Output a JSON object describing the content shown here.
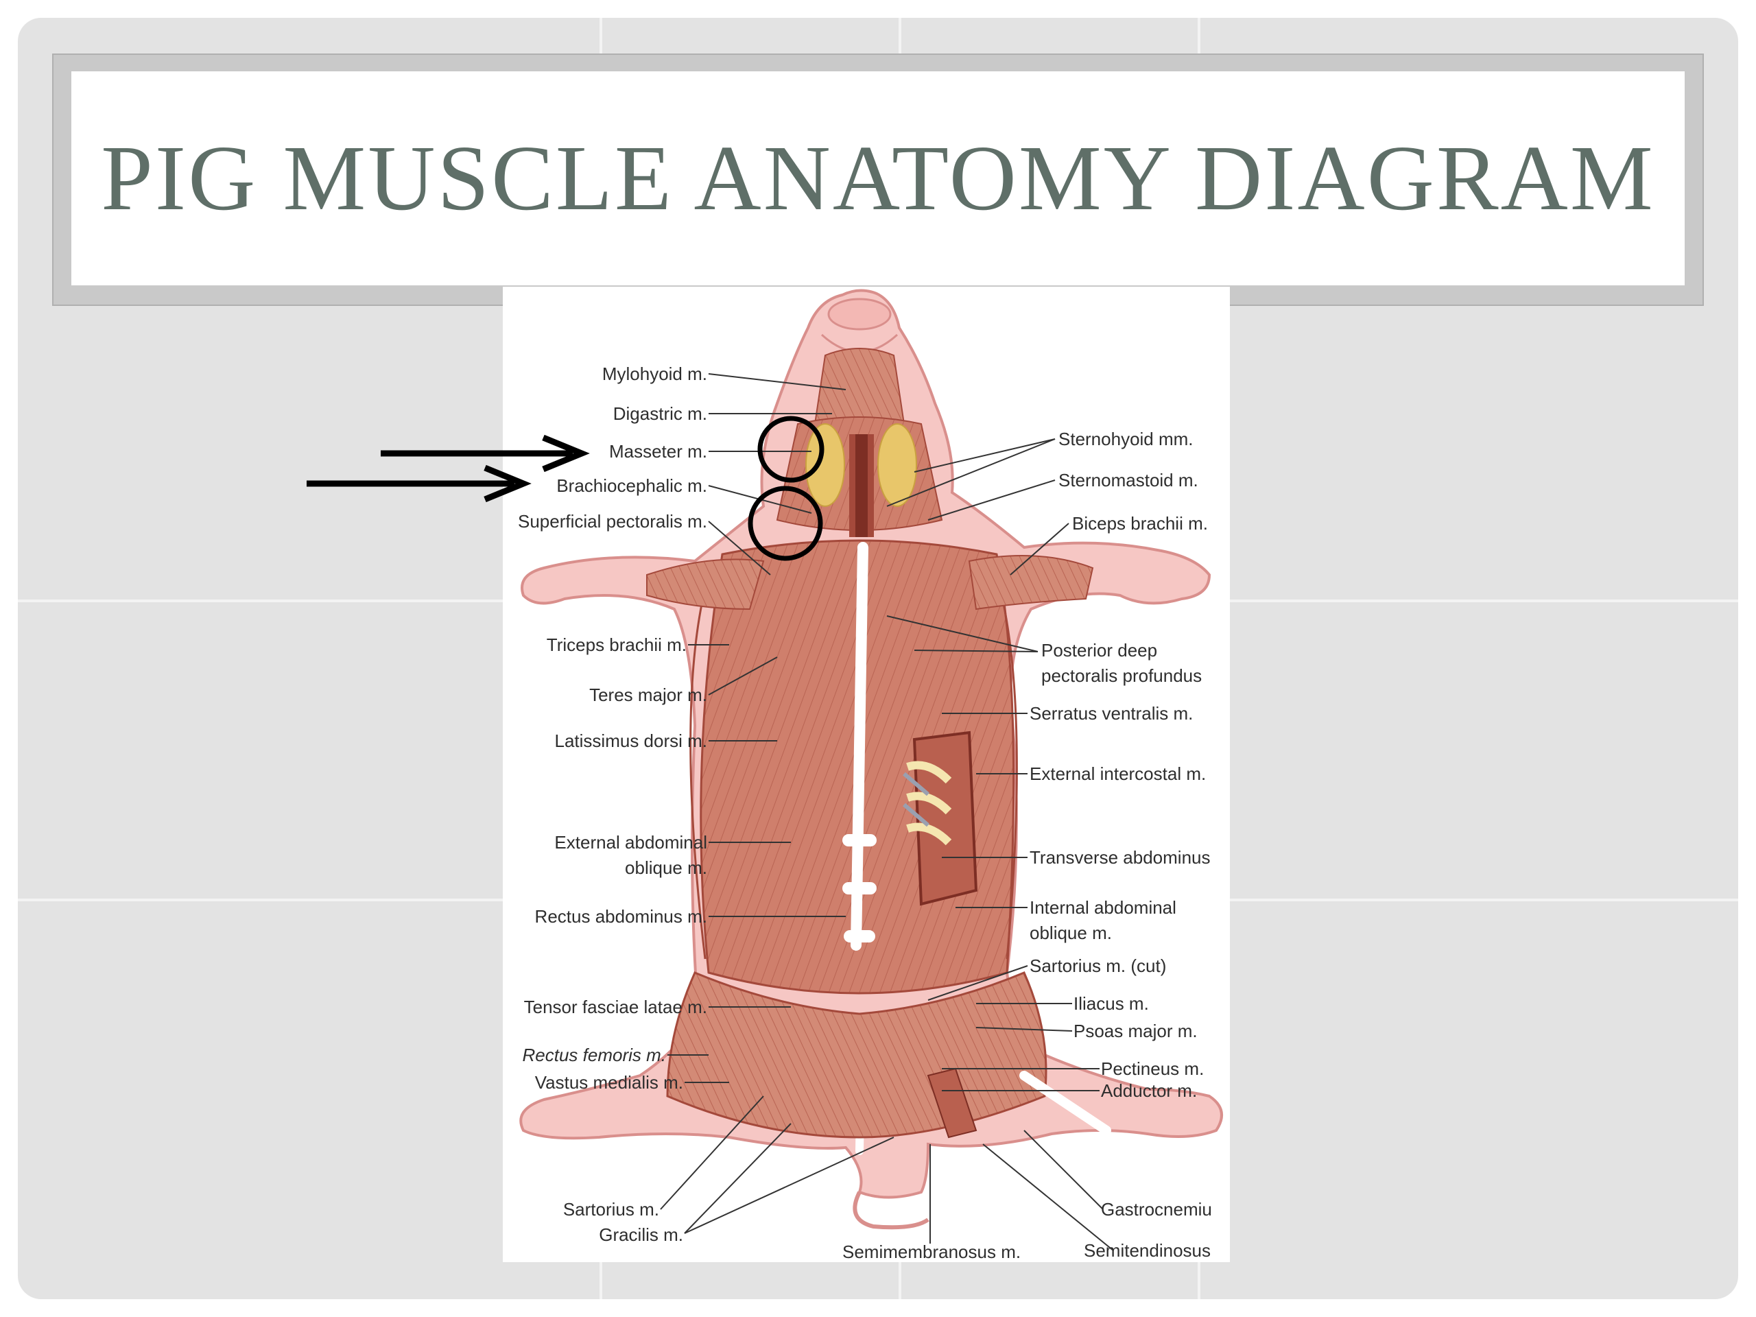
{
  "slide": {
    "title": "Pig Muscle Anatomy Diagram"
  },
  "labels_left": [
    {
      "text": "Mylohyoid m."
    },
    {
      "text": "Digastric m."
    },
    {
      "text": "Masseter m."
    },
    {
      "text": "Brachiocephalic m."
    },
    {
      "text": "Superficial pectoralis m."
    },
    {
      "text": "Triceps brachii m."
    },
    {
      "text": "Teres major m."
    },
    {
      "text": "Latissimus dorsi m."
    },
    {
      "text": "External abdominal"
    },
    {
      "text": "oblique m."
    },
    {
      "text": "Rectus abdominus m."
    },
    {
      "text": "Tensor fasciae latae m."
    },
    {
      "text": "Rectus femoris m."
    },
    {
      "text": "Vastus medialis m."
    },
    {
      "text": "Sartorius m."
    },
    {
      "text": "Gracilis m."
    }
  ],
  "labels_right": [
    {
      "text": "Sternohyoid mm."
    },
    {
      "text": "Sternomastoid m."
    },
    {
      "text": "Biceps brachii m."
    },
    {
      "text": "Posterior deep"
    },
    {
      "text": "pectoralis profundus"
    },
    {
      "text": "Serratus ventralis m."
    },
    {
      "text": "External intercostal m."
    },
    {
      "text": "Transverse abdominus"
    },
    {
      "text": "Internal abdominal"
    },
    {
      "text": "oblique m."
    },
    {
      "text": "Sartorius m. (cut)"
    },
    {
      "text": "Iliacus m."
    },
    {
      "text": "Psoas major m."
    },
    {
      "text": "Pectineus m."
    },
    {
      "text": "Adductor m."
    },
    {
      "text": "Gastrocnemiu"
    },
    {
      "text": "Semitendinosus"
    }
  ],
  "labels_bottom": [
    {
      "text": "Semimembranosus m."
    }
  ],
  "colors": {
    "title": "#5f6f68",
    "muscle": "#cf7f6c",
    "muscle_dark": "#a4493b",
    "skin": "#f6c7c4",
    "skin_outline": "#d98f8c",
    "tendon": "#ffffff",
    "fat": "#e8c66a",
    "annotation": "#000000"
  },
  "annotations": [
    {
      "kind": "arrow",
      "target": "Masseter m."
    },
    {
      "kind": "arrow",
      "target": "Brachiocephalic m."
    },
    {
      "kind": "circle",
      "target": "Masseter m."
    },
    {
      "kind": "circle",
      "target": "Brachiocephalic m."
    }
  ]
}
